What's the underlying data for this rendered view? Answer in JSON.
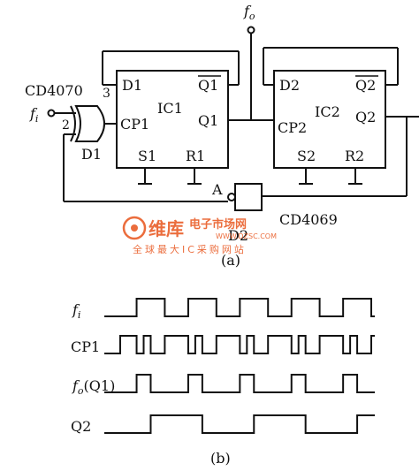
{
  "circuit": {
    "gate_xor": {
      "part": "CD4070",
      "pin_out": "3",
      "pin_in": "2",
      "ref": "D1"
    },
    "input_label": "f",
    "input_sub": "i",
    "ic1": {
      "name": "IC1",
      "d": "D1",
      "qbar": "Q1",
      "cp": "CP1",
      "q": "Q1",
      "s": "S1",
      "r": "R1"
    },
    "ic2": {
      "name": "IC2",
      "d": "D2",
      "qbar": "Q2",
      "cp": "CP2",
      "q": "Q2",
      "s": "S2",
      "r": "R2"
    },
    "output_label": "f",
    "output_sub": "o",
    "node_a": "A",
    "gate_inv": {
      "part": "CD4069",
      "ref": "D2"
    },
    "caption": "(a)"
  },
  "watermark": {
    "brand": "维库",
    "title": "电子市场网",
    "url": "WWW.DZSC.COM",
    "slogan": "全球最大IC采购网站",
    "color": "#e8541c"
  },
  "timing": {
    "caption": "(b)",
    "signals": [
      {
        "label": "f",
        "sub": "i",
        "edges": [
          0,
          10,
          22,
          32,
          44,
          54,
          66,
          76,
          88,
          98,
          110
        ]
      },
      {
        "label": "CP1",
        "sub": "",
        "edges": [
          0,
          3,
          10,
          13,
          16,
          22,
          32,
          35,
          38,
          44,
          54,
          57,
          60,
          66,
          76,
          79,
          82,
          88,
          98,
          101,
          104,
          110
        ]
      },
      {
        "label": "f",
        "sub": "o",
        "suffix": "(Q1)",
        "edges": [
          0,
          10,
          16,
          32,
          38,
          54,
          60,
          76,
          82,
          98,
          104
        ]
      },
      {
        "label": "Q2",
        "sub": "",
        "edges": [
          0,
          16,
          38,
          60,
          82,
          104
        ]
      }
    ],
    "colors": {
      "line": "#111111"
    }
  }
}
